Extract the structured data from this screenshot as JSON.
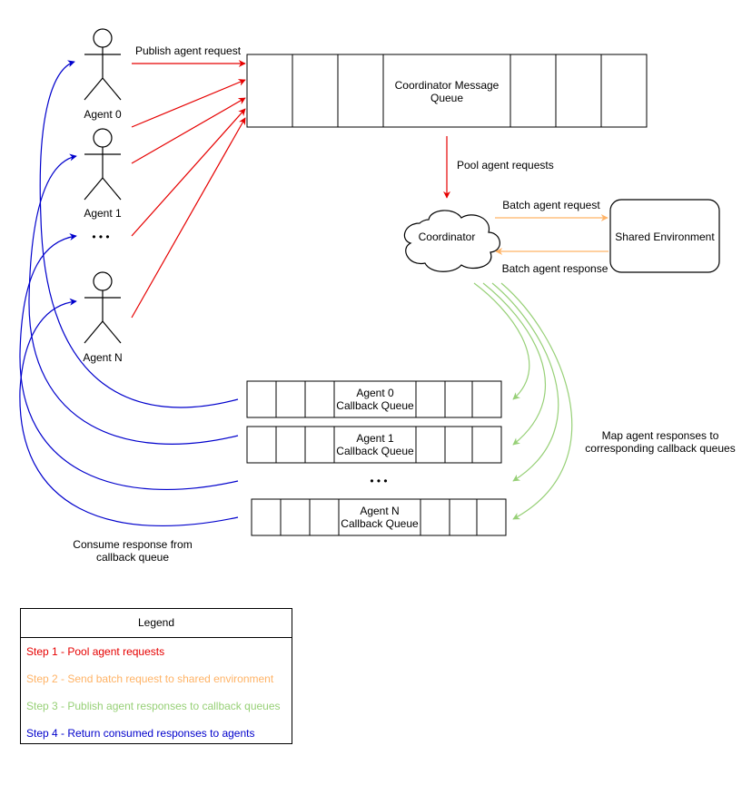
{
  "colors": {
    "step1": "#e60000",
    "step2": "#ffb366",
    "step3": "#97d077",
    "step4": "#0000cc",
    "stroke": "#000000"
  },
  "agents": {
    "agent0": "Agent 0",
    "agent1": "Agent 1",
    "ellipsis": "• • •",
    "agentN": "Agent N"
  },
  "coordinator_queue": {
    "label_line1": "Coordinator Message",
    "label_line2": "Queue"
  },
  "labels": {
    "publish_request": "Publish agent request",
    "pool_requests": "Pool agent requests",
    "batch_request": "Batch agent request",
    "batch_response": "Batch agent response",
    "map_responses_line1": "Map agent responses to",
    "map_responses_line2": "corresponding callback queues",
    "consume_line1": "Consume response from",
    "consume_line2": "callback queue"
  },
  "coordinator": {
    "label": "Coordinator"
  },
  "shared_environment": {
    "label": "Shared Environment"
  },
  "callback_queues": {
    "agent0": {
      "line1": "Agent 0",
      "line2": "Callback Queue"
    },
    "agent1": {
      "line1": "Agent 1",
      "line2": "Callback Queue"
    },
    "ellipsis": "• • •",
    "agentN": {
      "line1": "Agent N",
      "line2": "Callback Queue"
    }
  },
  "legend": {
    "title": "Legend",
    "items": [
      {
        "text": "Step 1 - Pool agent requests",
        "color": "#e60000"
      },
      {
        "text": "Step 2 - Send batch request to shared environment",
        "color": "#ffb366"
      },
      {
        "text": "Step 3 - Publish agent responses to callback queues",
        "color": "#97d077"
      },
      {
        "text": "Step 4 - Return consumed responses to agents",
        "color": "#0000cc"
      }
    ]
  }
}
